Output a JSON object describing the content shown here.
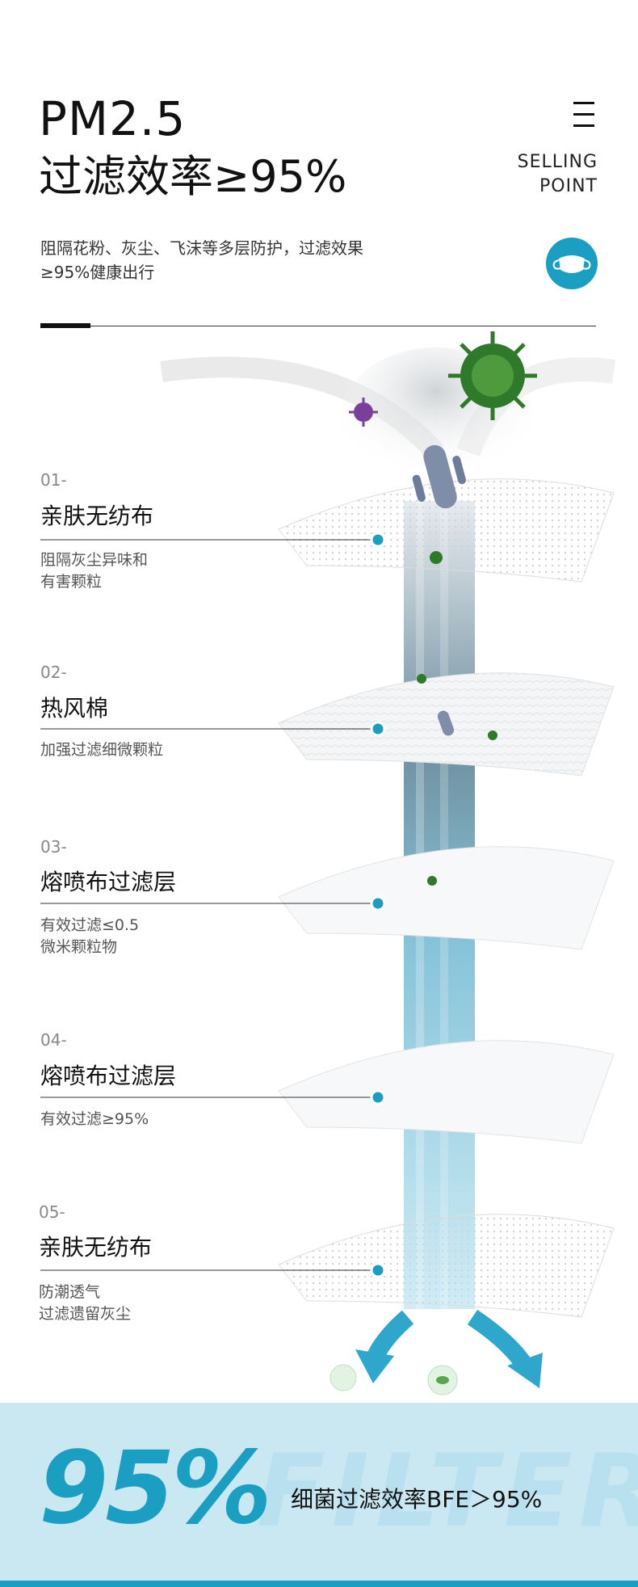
{
  "header": {
    "title_line1": "PM2.5",
    "title_line2": "过滤效率≥95%",
    "subtitle": "阻隔花粉、灰尘、飞沫等多层防护，过滤效果≥95%健康出行",
    "selling_line1": "SELLING",
    "selling_line2": "POINT"
  },
  "layers": [
    {
      "num": "01-",
      "title": "亲肤无纺布",
      "desc_line1": "阻隔灰尘异味和",
      "desc_line2": "有害颗粒"
    },
    {
      "num": "02-",
      "title": "热风棉",
      "desc_line1": "加强过滤细微颗粒",
      "desc_line2": ""
    },
    {
      "num": "03-",
      "title": "熔喷布过滤层",
      "desc_line1": "有效过滤≤0.5",
      "desc_line2": "微米颗粒物"
    },
    {
      "num": "04-",
      "title": "熔喷布过滤层",
      "desc_line1": "有效过滤≥95%",
      "desc_line2": ""
    },
    {
      "num": "05-",
      "title": "亲肤无纺布",
      "desc_line1": "防潮透气",
      "desc_line2": "过滤遗留灰尘"
    }
  ],
  "bottom": {
    "big_percent": "95%",
    "filter_word": "FILTER",
    "bfe_text": "细菌过滤效率BFE＞95%"
  },
  "colors": {
    "accent": "#1a9ec2",
    "band": "#c9e8f2",
    "virus": "#2f7a2a"
  },
  "icons": [
    "menu-icon",
    "mask-icon",
    "virus-icon",
    "bacteria-icon",
    "leaf-icon",
    "arrow-icon"
  ]
}
